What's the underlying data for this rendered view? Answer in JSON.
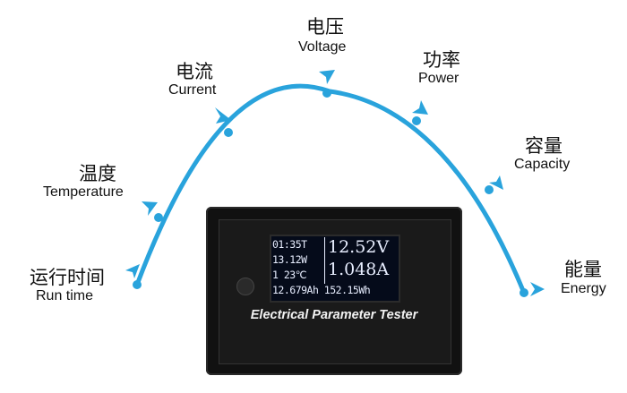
{
  "labels": {
    "run_time": {
      "cn": "运行时间",
      "en": "Run time"
    },
    "temperature": {
      "cn": "温度",
      "en": "Temperature"
    },
    "current": {
      "cn": "电流",
      "en": "Current"
    },
    "voltage": {
      "cn": "电压",
      "en": "Voltage"
    },
    "power": {
      "cn": "功率",
      "en": "Power"
    },
    "capacity": {
      "cn": "容量",
      "en": "Capacity"
    },
    "energy": {
      "cn": "能量",
      "en": "Energy"
    }
  },
  "device": {
    "caption": "Electrical Parameter Tester",
    "screen": {
      "row1_left": "01:35T",
      "row2_left": "13.12W",
      "row3_left": "1   23℃",
      "row4": "12.679Ah 152.15Wh",
      "voltage": "12.52V",
      "current": "1.048A"
    }
  },
  "colors": {
    "arc": "#29a3dc",
    "text": "#111111",
    "device_body": "#111111",
    "screen_text": "#e8eeff"
  },
  "icons": [
    "arrow-marker-icon",
    "knob-icon"
  ]
}
